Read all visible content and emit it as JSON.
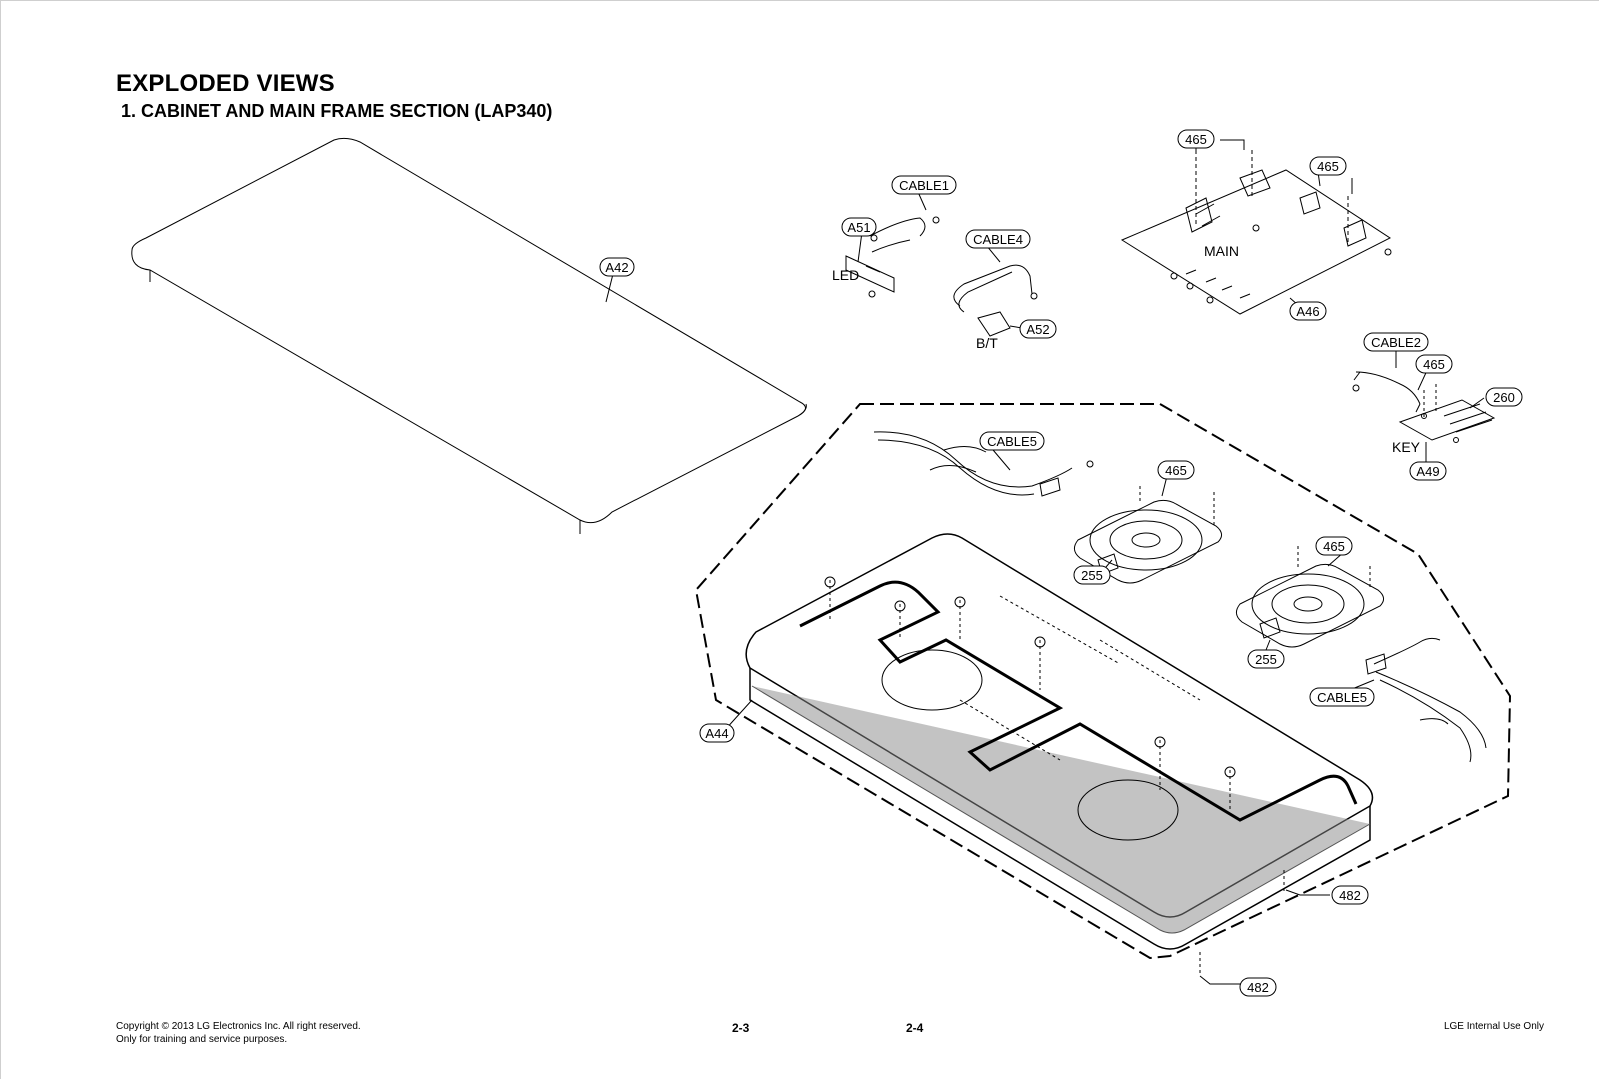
{
  "title": "EXPLODED VIEWS",
  "subtitle": "1. CABINET AND MAIN FRAME SECTION (LAP340)",
  "callouts": {
    "a42": "A42",
    "a51": "A51",
    "cable1": "CABLE1",
    "cable4": "CABLE4",
    "a52": "A52",
    "c465_top": "465",
    "c465_right": "465",
    "a46": "A46",
    "cable2": "CABLE2",
    "c465_key": "465",
    "c260": "260",
    "a49": "A49",
    "cable5_top": "CABLE5",
    "c465_spk1": "465",
    "c255_1": "255",
    "c465_spk2": "465",
    "c255_2": "255",
    "cable5_right": "CABLE5",
    "a44": "A44",
    "c482_1": "482",
    "c482_2": "482"
  },
  "labels": {
    "led": "LED",
    "bt": "B/T",
    "main": "MAIN",
    "key": "KEY"
  },
  "footer": {
    "copyright": "Copyright © 2013 LG Electronics Inc. All right reserved.",
    "training": "Only for training and service purposes.",
    "page_left": "2-3",
    "page_right": "2-4",
    "internal": "LGE Internal Use Only"
  }
}
